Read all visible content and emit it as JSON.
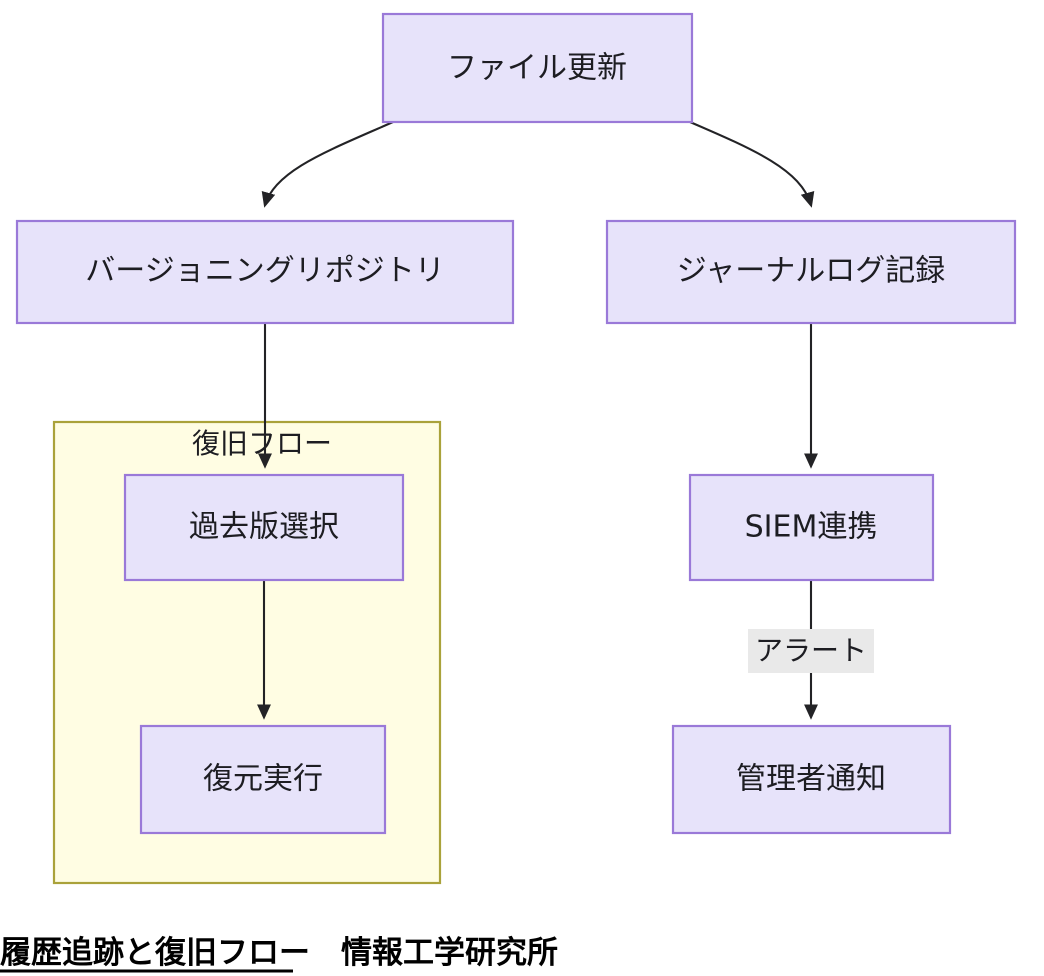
{
  "diagram": {
    "title_caption": "履歴追跡と復旧フロー　情報工学研究所",
    "colors": {
      "node_fill": "#e7e3fa",
      "node_stroke": "#9a79d8",
      "cluster_fill": "#fffde3",
      "cluster_stroke": "#aaa23a",
      "edge_stroke": "#232326",
      "edge_label_bg": "#e9e9e9",
      "text": "#1d1d22",
      "background": "#ffffff"
    },
    "nodes": {
      "file_update": "ファイル更新",
      "versioning_repo": "バージョニングリポジトリ",
      "journal_log": "ジャーナルログ記録",
      "select_old_version": "過去版選択",
      "execute_restore": "復元実行",
      "siem_integration": "SIEM連携",
      "admin_notify": "管理者通知"
    },
    "clusters": {
      "recovery_flow": "復旧フロー"
    },
    "edge_labels": {
      "alert": "アラート"
    }
  }
}
